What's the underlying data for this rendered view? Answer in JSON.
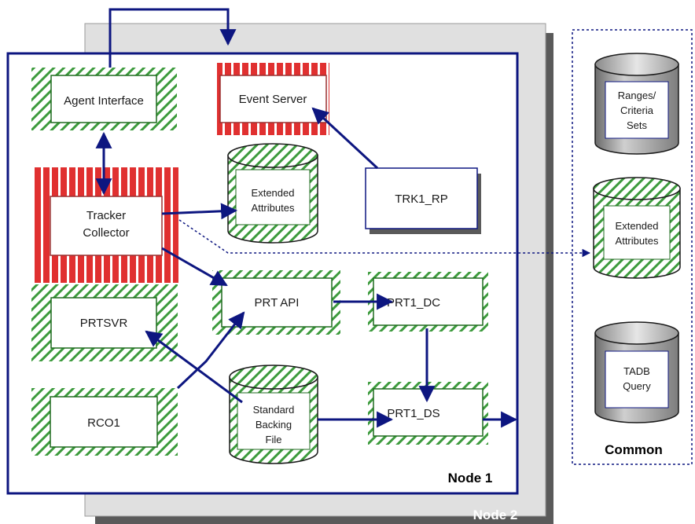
{
  "colors": {
    "accent_blue": "#0d1680",
    "hatch_green": "#3d9b3d",
    "red_highlight": "#e03030",
    "node2_gray": "#808080"
  },
  "nodes": {
    "node1": "Node 1",
    "node2": "Node 2",
    "common": "Common"
  },
  "components": {
    "agent_interface": "Agent Interface",
    "event_server": "Event Server",
    "tracker_collector_l1": "Tracker",
    "tracker_collector_l2": "Collector",
    "trk1_rp": "TRK1_RP",
    "prtsvr": "PRTSVR",
    "prt_api": "PRT API",
    "prt1_dc": "PRT1_DC",
    "rco1": "RCO1",
    "prt1_ds": "PRT1_DS"
  },
  "databases": {
    "ext_attr_node_l1": "Extended",
    "ext_attr_node_l2": "Attributes",
    "std_backing_l1": "Standard",
    "std_backing_l2": "Backing",
    "std_backing_l3": "File",
    "ranges_l1": "Ranges/",
    "ranges_l2": "Criteria",
    "ranges_l3": "Sets",
    "ext_attr_common_l1": "Extended",
    "ext_attr_common_l2": "Attributes",
    "tadb_l1": "TADB",
    "tadb_l2": "Query"
  }
}
